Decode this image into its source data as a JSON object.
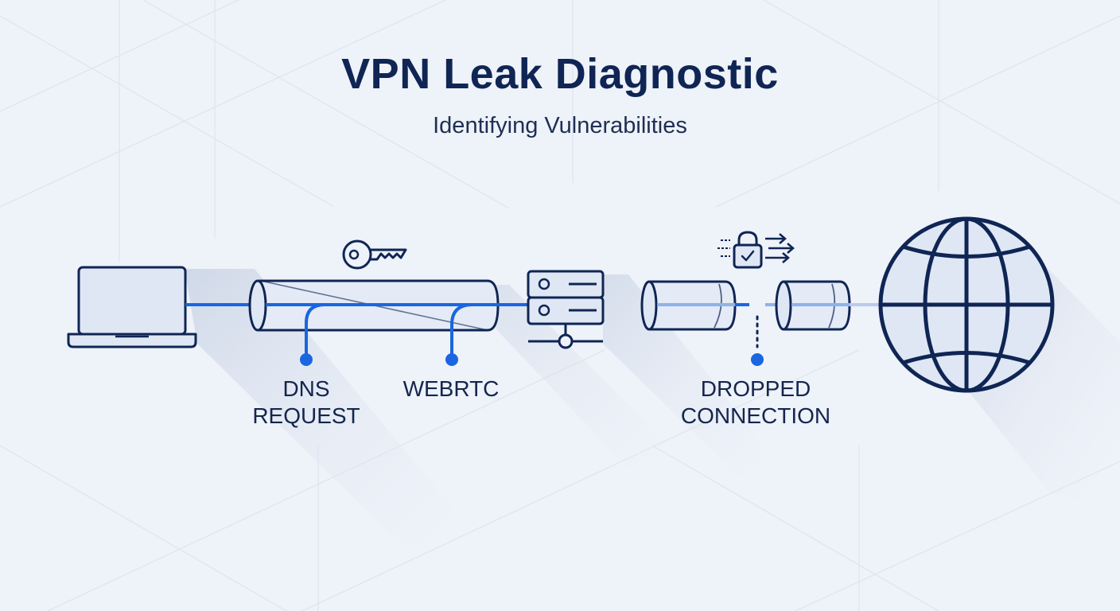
{
  "header": {
    "title": "VPN Leak Diagnostic",
    "subtitle": "Identifying Vulnerabilities"
  },
  "labels": {
    "dns_line1": "DNS",
    "dns_line2": "REQUEST",
    "webrtc": "WEBRTC",
    "dropped_line1": "DROPPED",
    "dropped_line2": "CONNECTION"
  },
  "colors": {
    "background": "#eef2f9",
    "outline": "#0f2554",
    "accent": "#1a66e0",
    "fill": "#dfe7f4"
  },
  "icons": [
    "laptop-icon",
    "key-icon",
    "vpn-tunnel",
    "server-icon",
    "lock-transfer-icon",
    "globe-icon"
  ]
}
